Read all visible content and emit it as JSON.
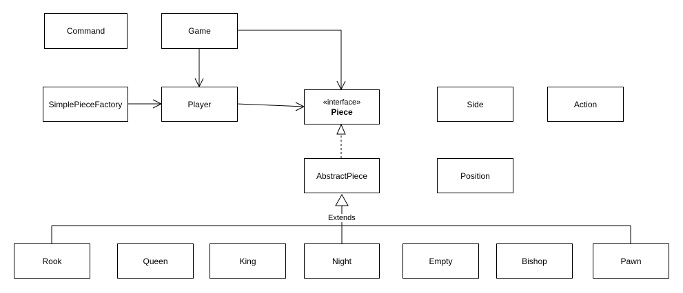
{
  "classes": {
    "command": "Command",
    "game": "Game",
    "simple_piece_factory": "SimplePieceFactory",
    "player": "Player",
    "piece": {
      "stereotype": "«interface»",
      "name": "Piece"
    },
    "side": "Side",
    "action": "Action",
    "abstract_piece": "AbstractPiece",
    "position": "Position",
    "rook": "Rook",
    "queen": "Queen",
    "king": "King",
    "night": "Night",
    "empty": "Empty",
    "bishop": "Bishop",
    "pawn": "Pawn"
  },
  "relations": {
    "extends_label": "Extends"
  },
  "colors": {
    "line": "#000000",
    "box_fill": "#ffffff"
  }
}
